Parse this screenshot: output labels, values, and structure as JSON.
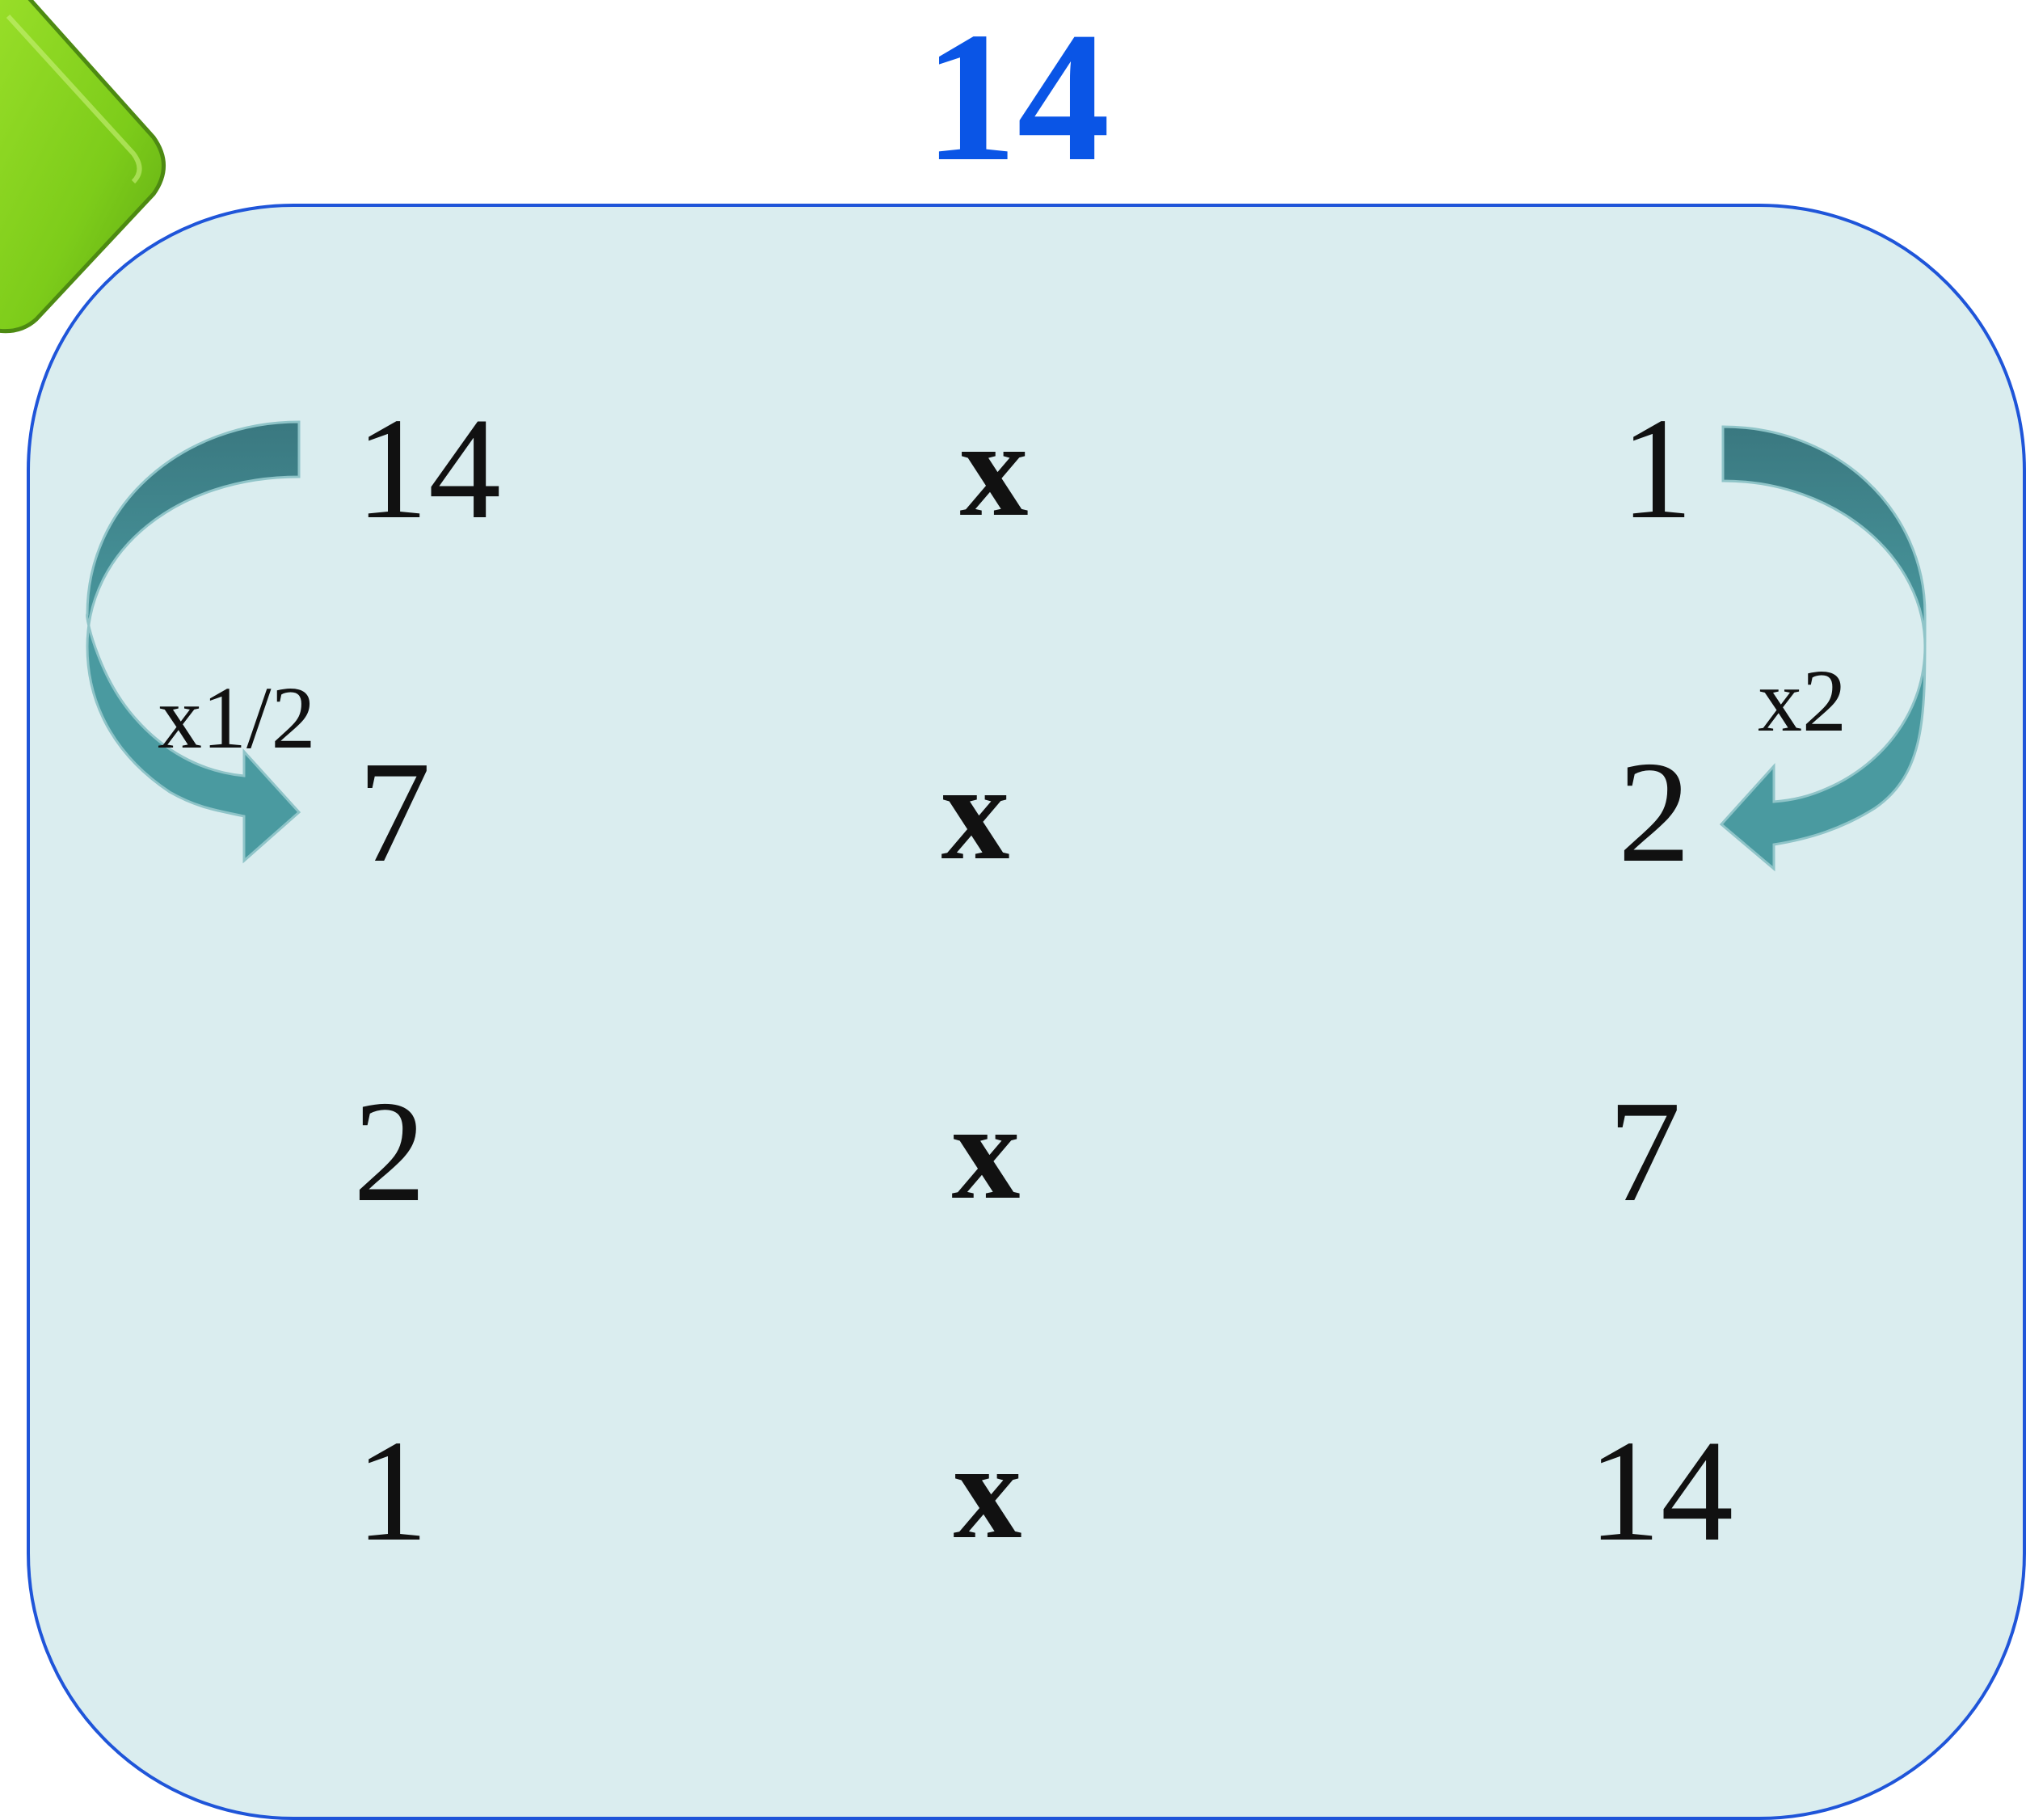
{
  "title": "14",
  "rows": [
    {
      "left": "14",
      "op": "x",
      "right": "1"
    },
    {
      "left": "7",
      "op": "x",
      "right": "2"
    },
    {
      "left": "2",
      "op": "x",
      "right": "7"
    },
    {
      "left": "1",
      "op": "x",
      "right": "14"
    }
  ],
  "annotations": {
    "left": "x1/2",
    "right": "x2"
  },
  "colors": {
    "title": "#0a55e6",
    "panel_fill": "#daedef",
    "panel_border": "#1f55d9",
    "arrow": "#4a9aa0",
    "arrow_dark": "#3a7880",
    "deco_green": "#7ccc18"
  },
  "icons": {
    "left_arrow": "curved-arrow-down-right-icon",
    "right_arrow": "curved-arrow-down-left-icon",
    "corner_shape": "green-rounded-shape"
  }
}
